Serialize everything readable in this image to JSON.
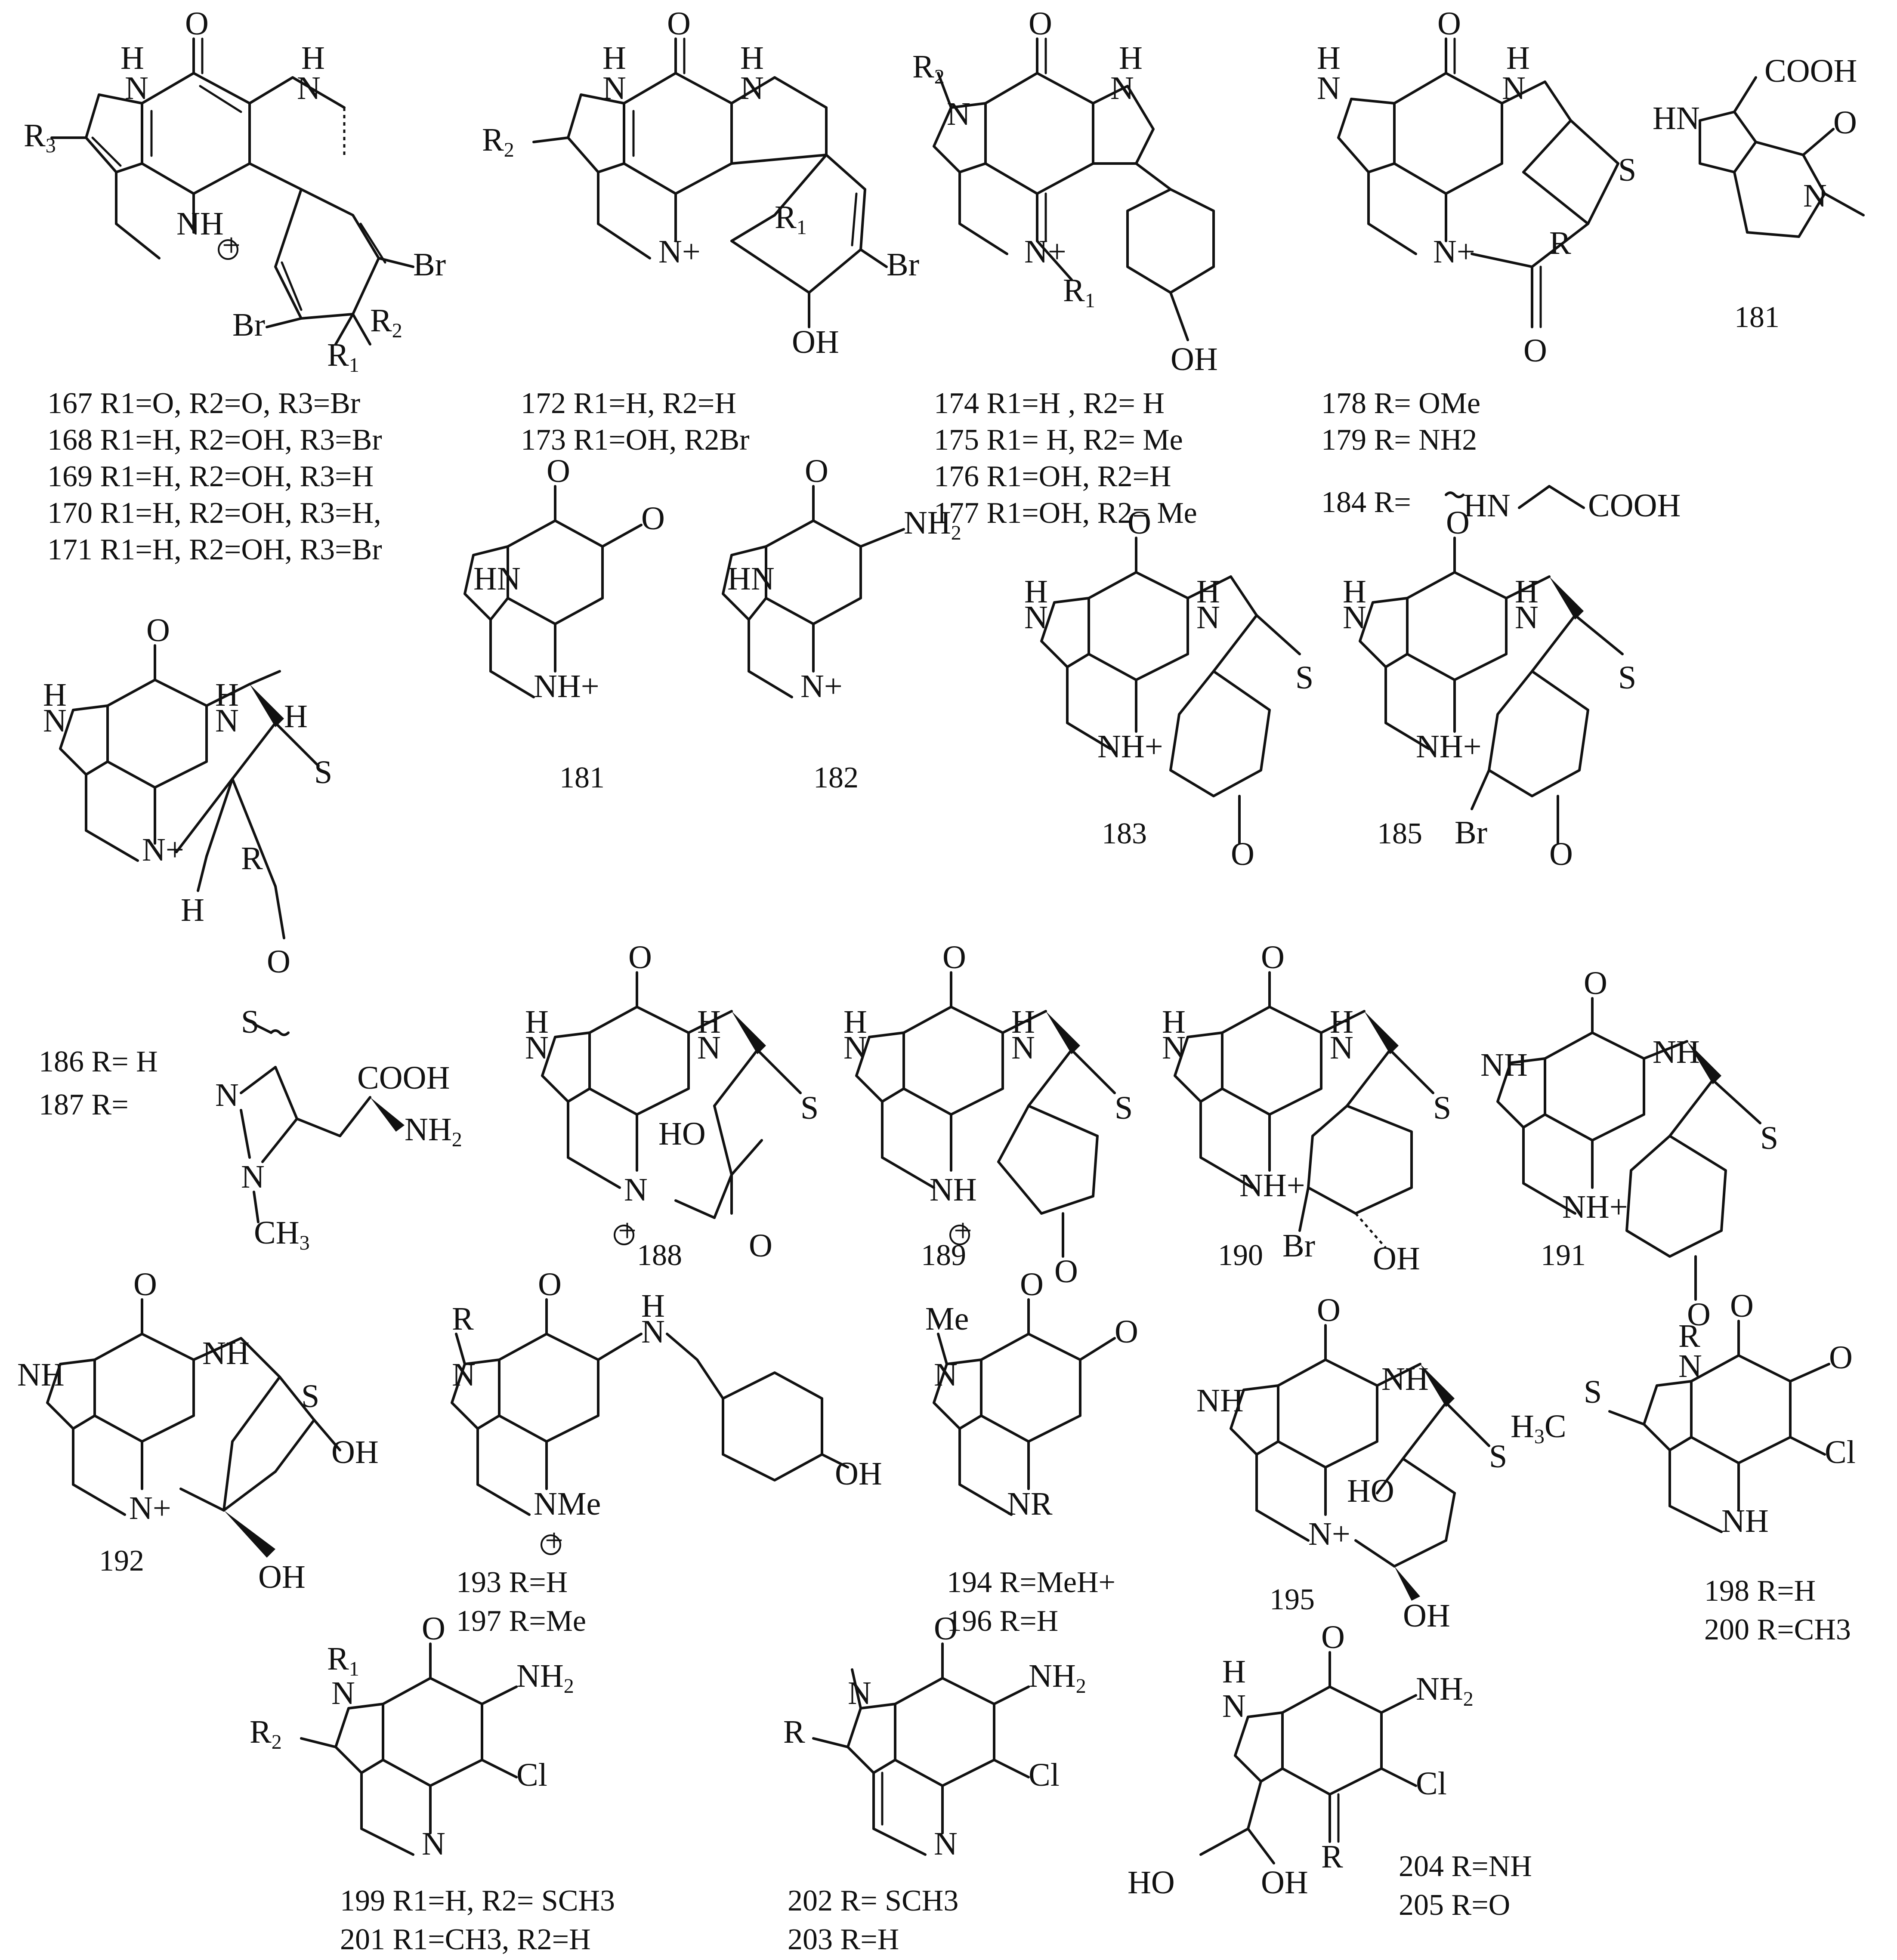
{
  "figure": {
    "caption_lines": [
      {
        "id": "c167",
        "text": "167 R1=O, R2=O, R3=Br"
      },
      {
        "id": "c168",
        "text": "168 R1=H, R2=OH, R3=Br"
      },
      {
        "id": "c169",
        "text": "169 R1=H, R2=OH, R3=H"
      },
      {
        "id": "c170",
        "text": "170 R1=H, R2=OH, R3=H,"
      },
      {
        "id": "c171",
        "text": "171 R1=H, R2=OH, R3=Br"
      },
      {
        "id": "c172",
        "text": "172  R1=H,  R2=H"
      },
      {
        "id": "c173",
        "text": "173   R1=OH, R2Br"
      },
      {
        "id": "c174",
        "text": "174 R1=H , R2= H"
      },
      {
        "id": "c175",
        "text": "175 R1= H, R2= Me"
      },
      {
        "id": "c176",
        "text": "176 R1=OH, R2=H"
      },
      {
        "id": "c177",
        "text": "177 R1=OH, R2= Me"
      },
      {
        "id": "c178",
        "text": "178 R= OMe"
      },
      {
        "id": "c179",
        "text": "179 R= NH2"
      },
      {
        "id": "c184",
        "text": "184  R="
      },
      {
        "id": "c186",
        "text": "186    R= H"
      },
      {
        "id": "c187",
        "text": "187    R="
      },
      {
        "id": "c193",
        "text": "193 R=H"
      },
      {
        "id": "c197",
        "text": "197 R=Me"
      },
      {
        "id": "c194",
        "text": "194 R=MeH+"
      },
      {
        "id": "c196",
        "text": "196 R=H"
      },
      {
        "id": "c198",
        "text": "198 R=H"
      },
      {
        "id": "c200",
        "text": "200 R=CH3"
      },
      {
        "id": "c199",
        "text": "199 R1=H, R2= SCH3"
      },
      {
        "id": "c201",
        "text": "201 R1=CH3, R2=H"
      },
      {
        "id": "c202",
        "text": "202 R= SCH3"
      },
      {
        "id": "c203",
        "text": "203 R=H"
      },
      {
        "id": "c204",
        "text": "204 R=NH"
      },
      {
        "id": "c205",
        "text": "205 R=O"
      }
    ],
    "compound_numbers": [
      "181",
      "181",
      "182",
      "183",
      "185",
      "188",
      "189",
      "190",
      "191",
      "192",
      "195"
    ],
    "atom_labels": {
      "O": "O",
      "H": "H",
      "N": "N",
      "S": "S",
      "Br": "Br",
      "Cl": "Cl",
      "NH": "NH",
      "HN": "HN",
      "OH": "OH",
      "HO": "HO",
      "NH2": "NH2",
      "COOH": "COOH",
      "CH3": "CH3",
      "H3C": "H3C",
      "Me": "Me",
      "R": "R",
      "R1": "R1",
      "R2": "R2",
      "R3": "R3",
      "NHplus": "NH+",
      "Nplus": "N+",
      "NMe": "NMe",
      "NR": "NR"
    }
  }
}
